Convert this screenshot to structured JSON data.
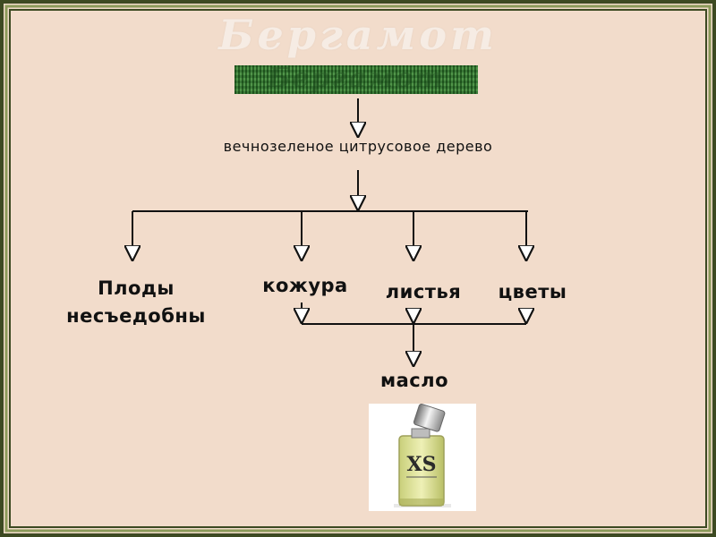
{
  "title": "Бергамот",
  "title_band_text": "Бергамот",
  "subtitle": "вечнозеленое цитрусовое дерево",
  "branches": {
    "fruits": [
      "Плоды",
      "несъедобны"
    ],
    "peel": "кожура",
    "leaves": "листья",
    "flowers": "цветы"
  },
  "product": "масло",
  "bottle_label": "XS",
  "colors": {
    "background": "#f2dccb",
    "frame_dark": "#3d4a22",
    "frame_light": "#8b9a5a",
    "band_green": "#2e6e2c"
  }
}
